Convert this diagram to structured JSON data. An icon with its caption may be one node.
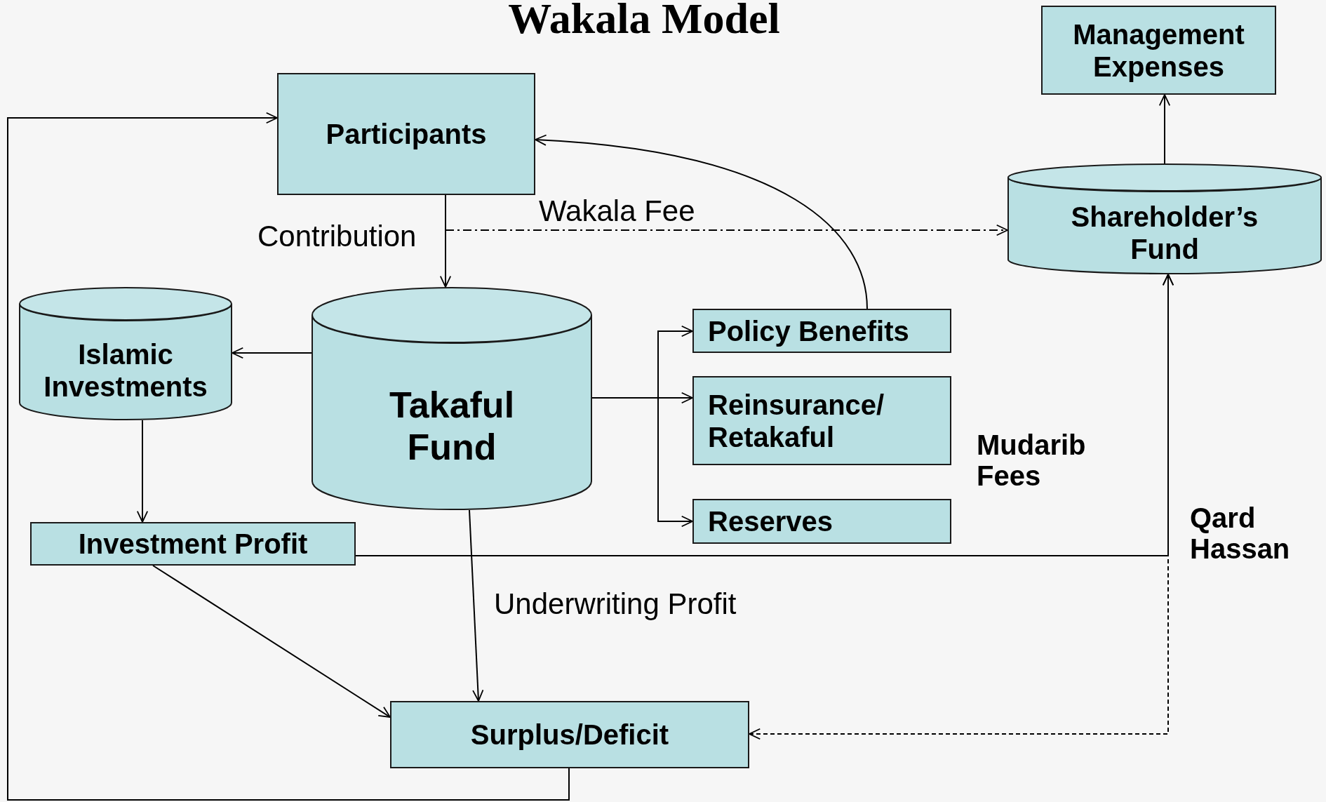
{
  "diagram": {
    "title": "Wakala Model",
    "nodes": [
      {
        "text": [
          "Participants"
        ]
      },
      {
        "text": [
          "Management Expenses"
        ]
      },
      {
        "text": [
          "Shareholder’s Fund"
        ]
      },
      {
        "text": [
          "Islamic Investments"
        ]
      },
      {
        "text": [
          "Takaful Fund"
        ]
      },
      {
        "text": [
          "Policy Benefits"
        ]
      },
      {
        "text": [
          "Reinsurance/ Retakaful"
        ]
      },
      {
        "text": [
          "Reserves"
        ]
      },
      {
        "text": [
          "Investment Profit"
        ]
      },
      {
        "text": [
          "Surplus/Deficit"
        ]
      }
    ],
    "edges": [
      {
        "from": 0,
        "to": 4,
        "arrow": "to",
        "label": "Contribution"
      },
      {
        "from": null,
        "to": 2,
        "arrow": "to",
        "label": "Wakala Fee",
        "style": "dashed"
      },
      {
        "from": 5,
        "to": 0,
        "arrow": "to"
      },
      {
        "from": 4,
        "to": 3,
        "arrow": "to"
      },
      {
        "from": 4,
        "to": 5,
        "arrow": "to"
      },
      {
        "from": 4,
        "to": 6,
        "arrow": "to"
      },
      {
        "from": 4,
        "to": 7,
        "arrow": "to"
      },
      {
        "from": 3,
        "to": 8,
        "arrow": "to"
      },
      {
        "from": 8,
        "to": 9,
        "arrow": "to"
      },
      {
        "from": 4,
        "to": 9,
        "arrow": "to",
        "label": "Underwriting Profit"
      },
      {
        "from": 8,
        "to": 2,
        "arrow": "to",
        "label": "Mudarib Fees"
      },
      {
        "from": 9,
        "to": 2,
        "arrow": "both",
        "label": "Qard Hassan",
        "style": "dashed"
      },
      {
        "from": 9,
        "to": 0,
        "arrow": "to"
      },
      {
        "from": 2,
        "to": 1,
        "arrow": "to"
      }
    ]
  }
}
